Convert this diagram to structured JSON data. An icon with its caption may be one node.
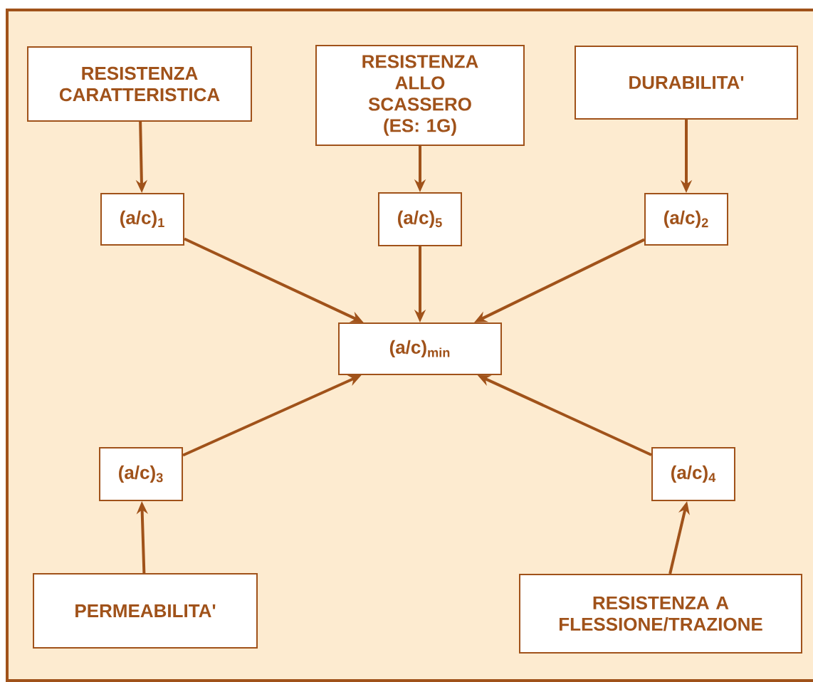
{
  "diagram": {
    "nodes": [
      {
        "text": [
          "RESISTENZA CARATTERISTICA"
        ]
      },
      {
        "text": [
          "RESISTENZA ALLO SCASSERO (ES: 1G)"
        ]
      },
      {
        "text": [
          "DURABILITA'"
        ]
      },
      {
        "text": [
          "(a/c)$_{1}$"
        ]
      },
      {
        "text": [
          "(a/c)$_{5}$"
        ]
      },
      {
        "text": [
          "(a/c)$_{2}$"
        ]
      },
      {
        "text": [
          "(a/c)$_{min}$"
        ]
      },
      {
        "text": [
          "(a/c)$_{3}$"
        ]
      },
      {
        "text": [
          "(a/c)$_{4}$"
        ]
      },
      {
        "text": [
          "PERMEABILITA'"
        ]
      },
      {
        "text": [
          "RESISTENZA A FLESSIONE/TRAZIONE"
        ]
      }
    ],
    "edges": [
      {
        "from": 0,
        "to": 3,
        "arrow": "to"
      },
      {
        "from": 1,
        "to": 4,
        "arrow": "to"
      },
      {
        "from": 2,
        "to": 5,
        "arrow": "to"
      },
      {
        "from": 3,
        "to": 6,
        "arrow": "to"
      },
      {
        "from": 4,
        "to": 6,
        "arrow": "to"
      },
      {
        "from": 5,
        "to": 6,
        "arrow": "to"
      },
      {
        "from": 7,
        "to": 6,
        "arrow": "to"
      },
      {
        "from": 8,
        "to": 6,
        "arrow": "to"
      },
      {
        "from": 9,
        "to": 7,
        "arrow": "to"
      },
      {
        "from": 10,
        "to": 8,
        "arrow": "to"
      }
    ]
  }
}
